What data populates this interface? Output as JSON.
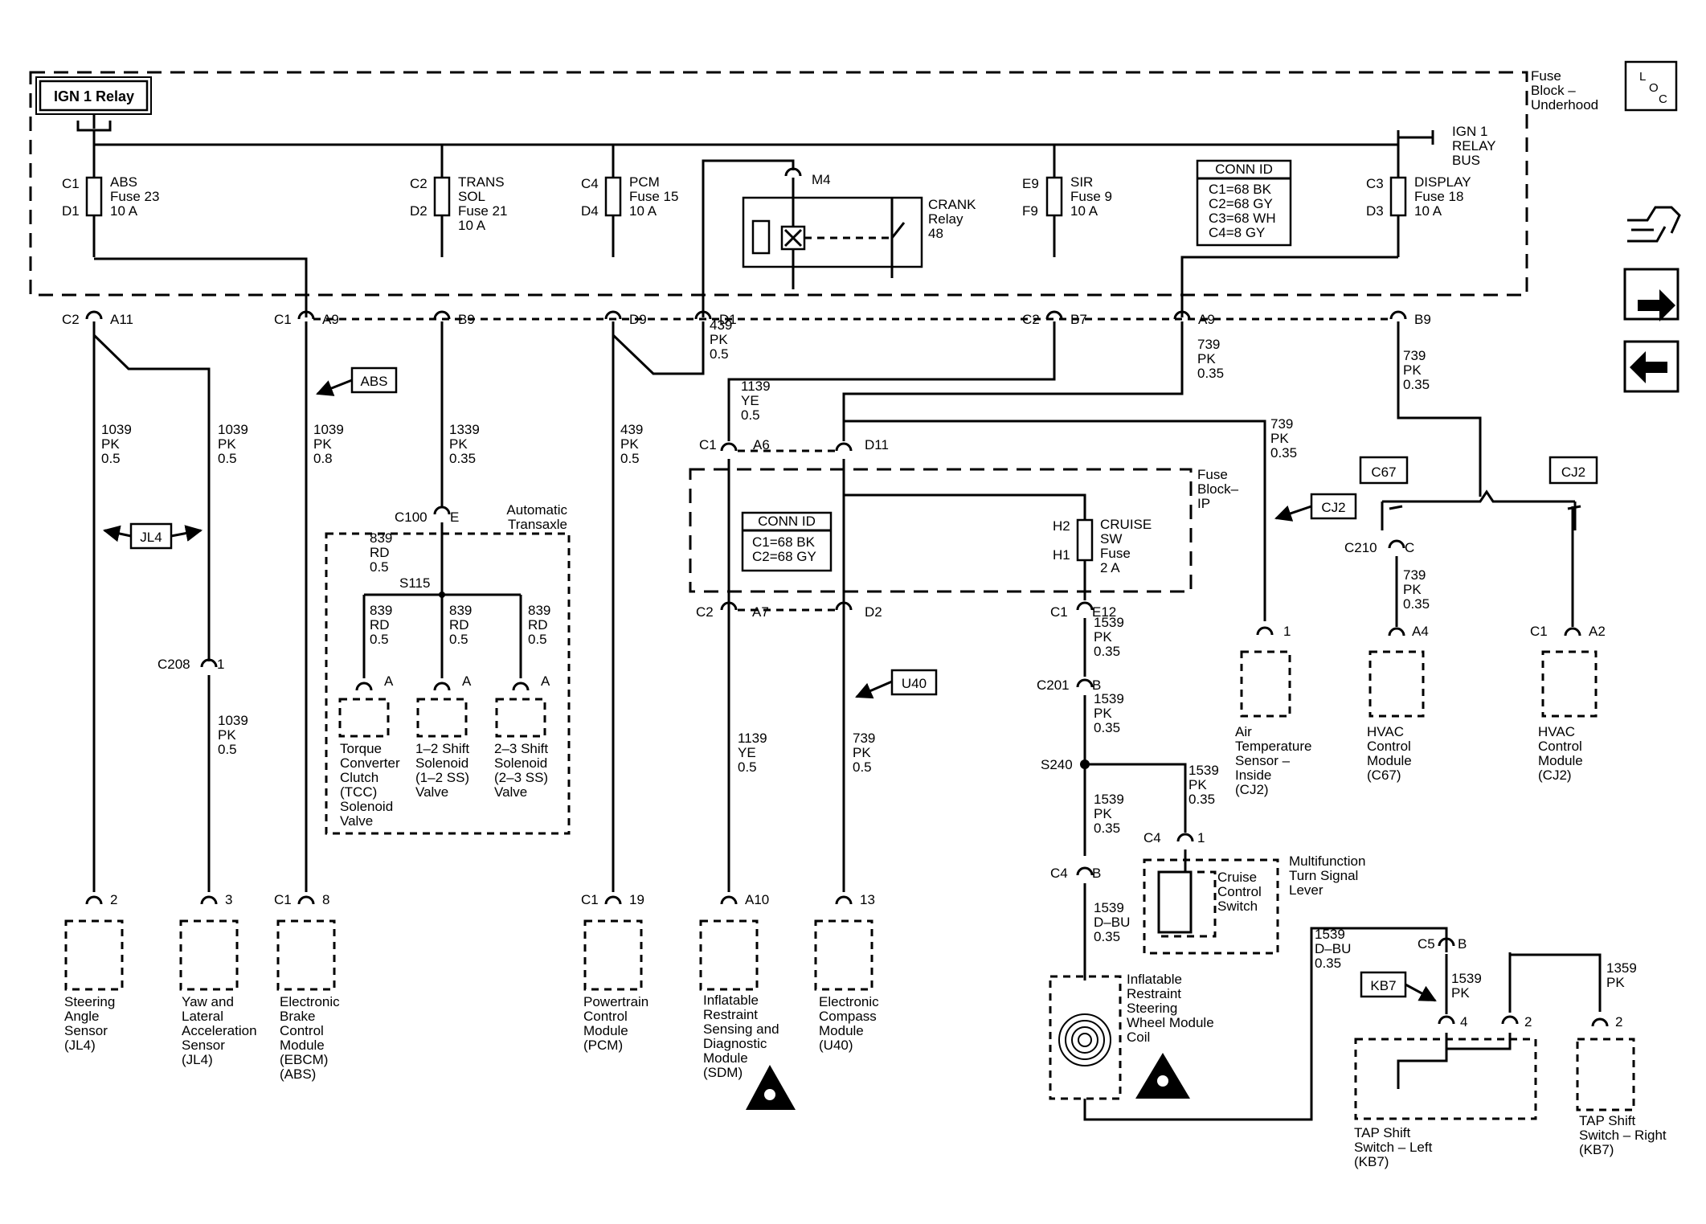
{
  "fuse_block_uh": {
    "label": [
      "Fuse",
      "Block –",
      "Underhood"
    ],
    "loc": [
      "L",
      "O",
      "C"
    ]
  },
  "ign_relay": {
    "label": "IGN 1 Relay"
  },
  "relay_bus": [
    "IGN 1",
    "RELAY",
    "BUS"
  ],
  "fuses": [
    {
      "top": "C1",
      "bottom": "D1",
      "label": [
        "ABS",
        "Fuse 23",
        "10 A"
      ]
    },
    {
      "top": "C2",
      "bottom": "D2",
      "label": [
        "TRANS",
        "SOL",
        "Fuse 21",
        "10 A"
      ]
    },
    {
      "top": "C4",
      "bottom": "D4",
      "label": [
        "PCM",
        "Fuse 15",
        "10 A"
      ]
    },
    {
      "top": "E9",
      "bottom": "F9",
      "label": [
        "SIR",
        "Fuse 9",
        "10 A"
      ]
    },
    {
      "top": "C3",
      "bottom": "D3",
      "label": [
        "DISPLAY",
        "Fuse 18",
        "10 A"
      ]
    }
  ],
  "crank_relay": {
    "pin": "M4",
    "label": [
      "CRANK",
      "Relay",
      "48"
    ]
  },
  "conn_id_uh": {
    "title": "CONN ID",
    "rows": [
      "C1=68 BK",
      "C2=68 GY",
      "C3=68 WH",
      "C4=8 GY"
    ]
  },
  "uh_connectors": [
    {
      "conn": "C2",
      "pin": "A11"
    },
    {
      "conn": "C1",
      "pin": "A9"
    },
    {
      "conn": "",
      "pin": "B9"
    },
    {
      "conn": "",
      "pin": "D9"
    },
    {
      "conn": "",
      "pin": "D1"
    },
    {
      "conn": "C2",
      "pin": "B7"
    },
    {
      "conn": "",
      "pin": "A9"
    },
    {
      "conn": "",
      "pin": "B9"
    }
  ],
  "wires": [
    [
      "1039",
      "PK",
      "0.5"
    ],
    [
      "1039",
      "PK",
      "0.5"
    ],
    [
      "1039",
      "PK",
      "0.8"
    ],
    [
      "1339",
      "PK",
      "0.35"
    ],
    [
      "439",
      "PK",
      "0.5"
    ],
    [
      "439",
      "PK",
      "0.5"
    ],
    [
      "739",
      "PK",
      "0.35"
    ],
    [
      "739",
      "PK",
      "0.35"
    ],
    [
      "1139",
      "YE",
      "0.5"
    ],
    [
      "739",
      "PK",
      "0.35"
    ],
    [
      "1039",
      "PK",
      "0.5"
    ],
    [
      "839",
      "RD",
      "0.5"
    ],
    [
      "839",
      "RD",
      "0.5"
    ],
    [
      "839",
      "RD",
      "0.5"
    ],
    [
      "839",
      "RD",
      "0.5"
    ],
    [
      "1139",
      "YE",
      "0.5"
    ],
    [
      "739",
      "PK",
      "0.5"
    ],
    [
      "1539",
      "PK",
      "0.35"
    ],
    [
      "1539",
      "PK",
      "0.35"
    ],
    [
      "1539",
      "PK",
      "0.35"
    ],
    [
      "1539",
      "PK",
      "0.35"
    ],
    [
      "1539",
      "D–BU",
      "0.35"
    ],
    [
      "739",
      "PK",
      "0.35"
    ],
    [
      "1539",
      "D–BU",
      "0.35"
    ],
    [
      "1539",
      "PK"
    ],
    [
      "1359",
      "PK"
    ]
  ],
  "options": [
    "ABS",
    "JL4",
    "U40",
    "CJ2",
    "KB7",
    "C67",
    "CJ2"
  ],
  "connectors": [
    {
      "name": "C100",
      "pin": "E"
    },
    {
      "name": "S115",
      "pin": ""
    },
    {
      "name": "C208",
      "pin": "1"
    },
    {
      "name": "C1",
      "pin": "A6"
    },
    {
      "name": "",
      "pin": "D11"
    },
    {
      "name": "C2",
      "pin": "A7"
    },
    {
      "name": "",
      "pin": "D2"
    },
    {
      "name": "C1",
      "pin": "E12"
    },
    {
      "name": "C201",
      "pin": "B"
    },
    {
      "name": "S240",
      "pin": ""
    },
    {
      "name": "C4",
      "pin": "1"
    },
    {
      "name": "C4",
      "pin": "B"
    },
    {
      "name": "C210",
      "pin": "C"
    },
    {
      "name": "C5",
      "pin": "B"
    }
  ],
  "trans": {
    "label": [
      "Automatic",
      "Transaxle"
    ],
    "pins": [
      "A",
      "A",
      "A"
    ],
    "devices": [
      [
        "Torque",
        "Converter",
        "Clutch",
        "(TCC)",
        "Solenoid",
        "Valve"
      ],
      [
        "1–2 Shift",
        "Solenoid",
        "(1–2 SS)",
        "Valve"
      ],
      [
        "2–3 Shift",
        "Solenoid",
        "(2–3 SS)",
        "Valve"
      ]
    ]
  },
  "fuse_block_ip": {
    "label": [
      "Fuse",
      "Block–",
      "IP"
    ],
    "conn_id": {
      "title": "CONN ID",
      "rows": [
        "C1=68 BK",
        "C2=68 GY"
      ]
    },
    "fuse": {
      "top": "H2",
      "bottom": "H1",
      "label": [
        "CRUISE",
        "SW",
        "Fuse",
        "2 A"
      ]
    }
  },
  "modules": [
    {
      "conn": "",
      "pin": "2",
      "label": [
        "Steering",
        "Angle",
        "Sensor",
        "(JL4)"
      ]
    },
    {
      "conn": "",
      "pin": "3",
      "label": [
        "Yaw and",
        "Lateral",
        "Acceleration",
        "Sensor",
        "(JL4)"
      ]
    },
    {
      "conn": "C1",
      "pin": "8",
      "label": [
        "Electronic",
        "Brake",
        "Control",
        "Module",
        "(EBCM)",
        "(ABS)"
      ]
    },
    {
      "conn": "C1",
      "pin": "19",
      "label": [
        "Powertrain",
        "Control",
        "Module",
        "(PCM)"
      ]
    },
    {
      "conn": "",
      "pin": "A10",
      "label": [
        "Inflatable",
        "Restraint",
        "Sensing and",
        "Diagnostic",
        "Module",
        "(SDM)"
      ]
    },
    {
      "conn": "",
      "pin": "13",
      "label": [
        "Electronic",
        "Compass",
        "Module",
        "(U40)"
      ]
    },
    {
      "conn": "",
      "pin": "1",
      "label": [
        "Air",
        "Temperature",
        "Sensor –",
        "Inside",
        "(CJ2)"
      ]
    },
    {
      "conn": "",
      "pin": "A4",
      "label": [
        "HVAC",
        "Control",
        "Module",
        "(C67)"
      ]
    },
    {
      "conn": "C1",
      "pin": "A2",
      "label": [
        "HVAC",
        "Control",
        "Module",
        "(CJ2)"
      ]
    }
  ],
  "multifunction": {
    "label": [
      "Multifunction",
      "Turn Signal",
      "Lever"
    ],
    "switch": [
      "Cruise",
      "Control",
      "Switch"
    ]
  },
  "coil": {
    "label": [
      "Inflatable",
      "Restraint",
      "Steering",
      "Wheel Module",
      "Coil"
    ]
  },
  "tap_left": {
    "pins": [
      "4",
      "2"
    ],
    "label": [
      "TAP Shift",
      "Switch – Left",
      "(KB7)"
    ]
  },
  "tap_right": {
    "pin": "2",
    "label": [
      "TAP Shift",
      "Switch – Right",
      "(KB7)"
    ]
  }
}
